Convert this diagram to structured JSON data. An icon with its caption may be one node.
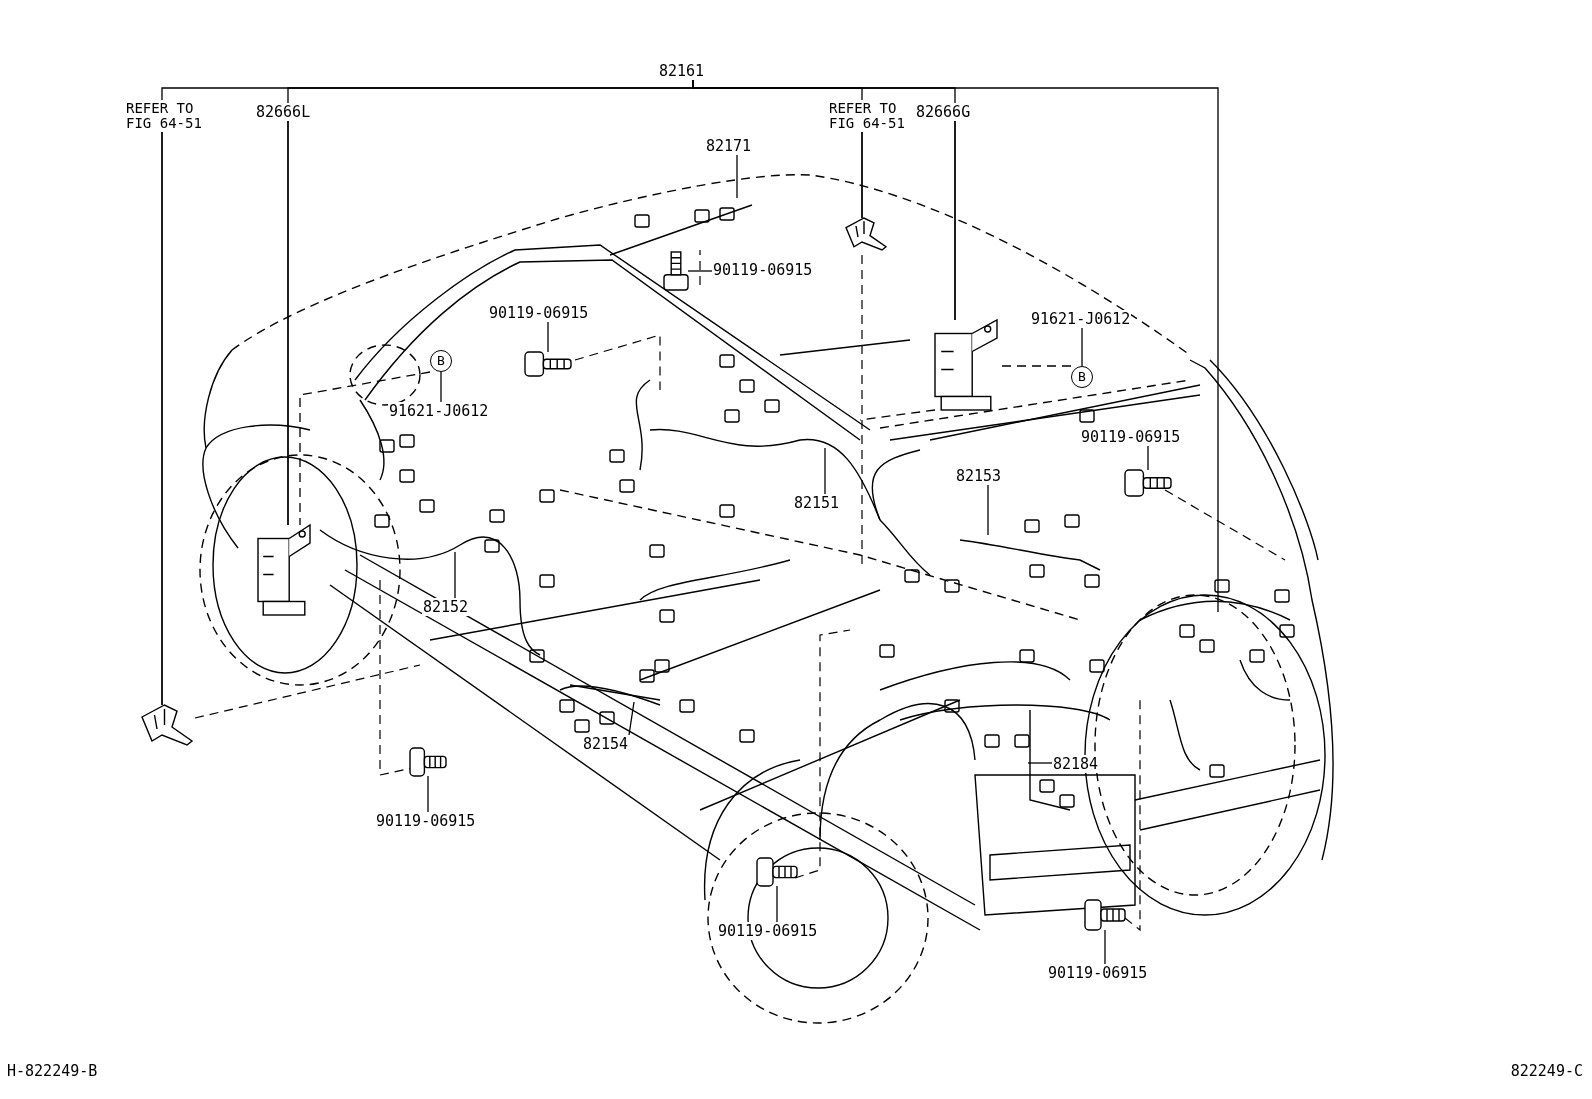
{
  "diagram": {
    "nodes": [
      {
        "text": [
          "82161"
        ]
      },
      {
        "text": [
          "REFER TO FIG 64-51"
        ]
      },
      {
        "text": [
          "82666L"
        ]
      },
      {
        "text": [
          "REFER TO FIG 64-51"
        ]
      },
      {
        "text": [
          "82666G"
        ]
      },
      {
        "text": [
          "82171"
        ]
      },
      {
        "text": [
          "90119-06915"
        ]
      },
      {
        "text": [
          "90119-06915"
        ]
      },
      {
        "text": [
          "91621-J0612"
        ]
      },
      {
        "text": [
          "B"
        ]
      },
      {
        "text": [
          "91621-J0612"
        ]
      },
      {
        "text": [
          "B"
        ]
      },
      {
        "text": [
          "90119-06915"
        ]
      },
      {
        "text": [
          "82151"
        ]
      },
      {
        "text": [
          "82152"
        ]
      },
      {
        "text": [
          "82153"
        ]
      },
      {
        "text": [
          "82154"
        ]
      },
      {
        "text": [
          "82184"
        ]
      },
      {
        "text": [
          "90119-06915"
        ]
      },
      {
        "text": [
          "90119-06915"
        ]
      },
      {
        "text": [
          "90119-06915"
        ]
      },
      {
        "text": [],
        "shape": "picture"
      },
      {
        "text": [],
        "shape": "picture"
      },
      {
        "text": [],
        "shape": "picture"
      },
      {
        "text": [],
        "shape": "picture"
      },
      {
        "text": [],
        "shape": "picture"
      },
      {
        "text": [],
        "shape": "picture"
      },
      {
        "text": [],
        "shape": "picture"
      },
      {
        "text": [],
        "shape": "picture"
      },
      {
        "text": [],
        "shape": "picture"
      },
      {
        "text": [],
        "shape": "picture"
      }
    ],
    "edges": [
      {
        "from": 0,
        "to": 21,
        "arrow": "none"
      },
      {
        "from": 0,
        "to": 22,
        "arrow": "none"
      },
      {
        "from": 0,
        "to": 23,
        "arrow": "none"
      },
      {
        "from": 0,
        "to": 24,
        "arrow": "none"
      },
      {
        "from": 0,
        "to": null,
        "arrow": "none"
      },
      {
        "from": 1,
        "to": 21,
        "arrow": "none"
      },
      {
        "from": 2,
        "to": 22,
        "arrow": "none"
      },
      {
        "from": 3,
        "to": 23,
        "arrow": "none"
      },
      {
        "from": 4,
        "to": 24,
        "arrow": "none"
      },
      {
        "from": 5,
        "to": null,
        "arrow": "none"
      },
      {
        "from": 6,
        "to": 25,
        "arrow": "none"
      },
      {
        "from": 7,
        "to": 26,
        "arrow": "none"
      },
      {
        "from": 8,
        "to": 9,
        "arrow": "none"
      },
      {
        "from": 10,
        "to": 11,
        "arrow": "none"
      },
      {
        "from": 12,
        "to": 27,
        "arrow": "none"
      },
      {
        "from": 13,
        "to": null,
        "arrow": "none"
      },
      {
        "from": 14,
        "to": null,
        "arrow": "none"
      },
      {
        "from": 15,
        "to": null,
        "arrow": "none"
      },
      {
        "from": 16,
        "to": null,
        "arrow": "none"
      },
      {
        "from": 17,
        "to": null,
        "arrow": "none"
      },
      {
        "from": 18,
        "to": 28,
        "arrow": "none"
      },
      {
        "from": 19,
        "to": 29,
        "arrow": "none"
      },
      {
        "from": 20,
        "to": 30,
        "arrow": "none"
      },
      {
        "from": 9,
        "to": 22,
        "arrow": "none",
        "style": "dashed"
      },
      {
        "from": 11,
        "to": 24,
        "arrow": "none",
        "style": "dashed"
      },
      {
        "from": 24,
        "to": null,
        "arrow": "none",
        "style": "dashed"
      }
    ],
    "labels": [
      "H-822249-B",
      "822249-C"
    ]
  }
}
